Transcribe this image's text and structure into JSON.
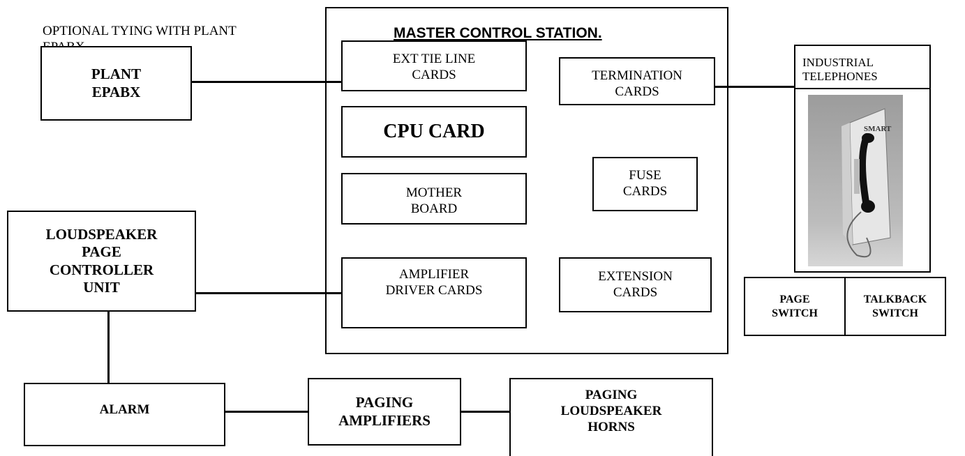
{
  "optional_note": {
    "line1": "OPTIONAL TYING WITH PLANT",
    "line2": "EPABX"
  },
  "plant_epabx": {
    "line1": "PLANT",
    "line2": "EPABX"
  },
  "master_station": {
    "title": "MASTER CONTROL STATION.",
    "ext_tie": {
      "line1": "EXT TIE LINE",
      "line2": "CARDS"
    },
    "termination": {
      "line1": "TERMINATION",
      "line2": "CARDS"
    },
    "cpu": {
      "line1": "CPU CARD"
    },
    "fuse": {
      "line1": "FUSE",
      "line2": "CARDS"
    },
    "mother": {
      "line1": "MOTHER",
      "line2": "BOARD"
    },
    "amplifier_driver": {
      "line1": "AMPLIFIER",
      "line2": "DRIVER CARDS"
    },
    "extension": {
      "line1": "EXTENSION",
      "line2": "CARDS"
    }
  },
  "industrial_telephones": {
    "line1": "INDUSTRIAL",
    "line2": "TELEPHONES",
    "photo_brand": "SMART"
  },
  "page_switch": {
    "line1": "PAGE",
    "line2": "SWITCH"
  },
  "talkback_switch": {
    "line1": "TALKBACK",
    "line2": "SWITCH"
  },
  "loudspeaker_controller": {
    "line1": "LOUDSPEAKER",
    "line2": "PAGE",
    "line3": "CONTROLLER",
    "line4": "UNIT"
  },
  "alarm": {
    "line1": "ALARM"
  },
  "paging_amplifiers": {
    "line1": "PAGING",
    "line2": "AMPLIFIERS"
  },
  "paging_horns": {
    "line1": "PAGING",
    "line2": "LOUDSPEAKER",
    "line3": "HORNS"
  }
}
